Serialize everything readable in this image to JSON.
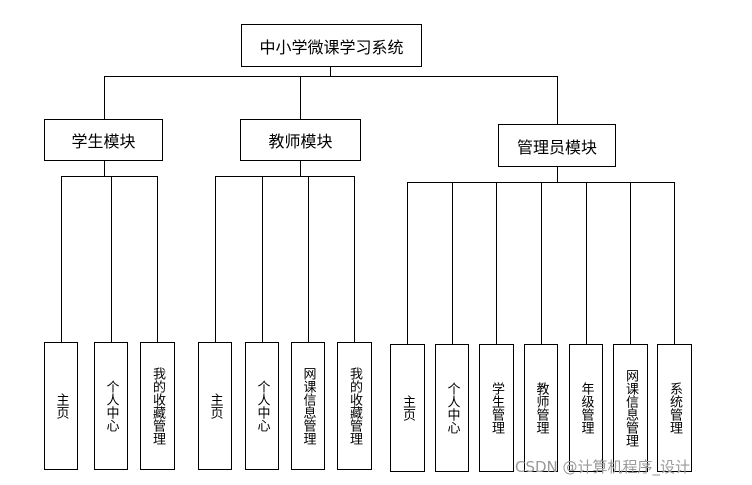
{
  "root": {
    "label": "中小学微课学习系统"
  },
  "modules": [
    {
      "label": "学生模块",
      "children": [
        "主页",
        "个人中心",
        "我的收藏管理"
      ]
    },
    {
      "label": "教师模块",
      "children": [
        "主页",
        "个人中心",
        "网课信息管理",
        "我的收藏管理"
      ]
    },
    {
      "label": "管理员模块",
      "children": [
        "主页",
        "个人中心",
        "学生管理",
        "教师管理",
        "年级管理",
        "网课信息管理",
        "系统管理"
      ]
    }
  ],
  "watermark": "CSDN @计算机程序_设计"
}
